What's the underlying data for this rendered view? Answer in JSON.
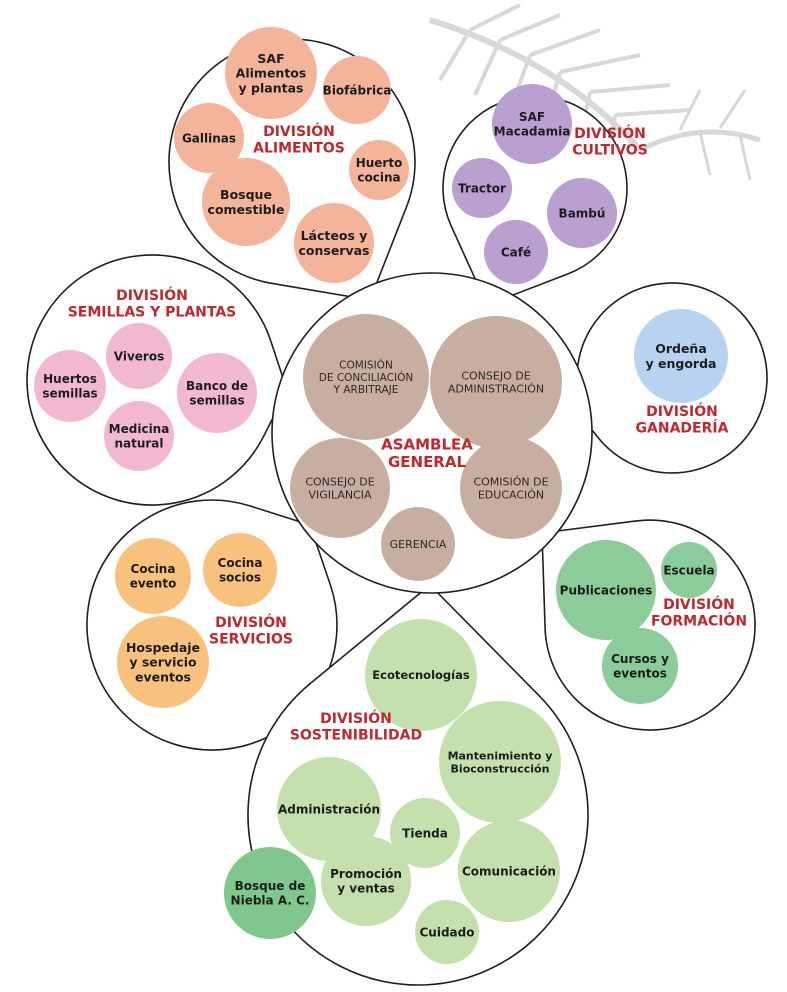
{
  "colors": {
    "title_red": "#c0282d",
    "alimentos": "#f4b49a",
    "cultivos": "#b9a0d0",
    "semillas": "#f2b8d2",
    "ganaderia": "#b7d3f1",
    "servicios": "#f9c17e",
    "formacion": "#8ccb9a",
    "sostenibilidad": "#c4e0ac",
    "bosque": "#7fc78c",
    "asamblea": "#c7aea0"
  },
  "center": {
    "title": [
      "ASAMBLEA",
      "GENERAL"
    ],
    "bodies": [
      {
        "id": "conciliacion",
        "lines": [
          "COMISIÓN",
          "DE CONCILIACIÓN",
          "Y ARBITRAJE"
        ]
      },
      {
        "id": "administracion",
        "lines": [
          "CONSEJO DE",
          "ADMINISTRACIÓN"
        ]
      },
      {
        "id": "vigilancia",
        "lines": [
          "CONSEJO DE",
          "VIGILANCIA"
        ]
      },
      {
        "id": "educacion",
        "lines": [
          "COMISIÓN DE",
          "EDUCACIÓN"
        ]
      },
      {
        "id": "gerencia",
        "lines": [
          "GERENCIA"
        ]
      }
    ]
  },
  "divisions": [
    {
      "id": "alimentos",
      "title": [
        "DIVISIÓN",
        "ALIMENTOS"
      ],
      "items": [
        {
          "id": "saf-alimentos",
          "lines": [
            "SAF",
            "Alimentos",
            "y plantas"
          ]
        },
        {
          "id": "biofabrica",
          "lines": [
            "Biofábrica"
          ]
        },
        {
          "id": "gallinas",
          "lines": [
            "Gallinas"
          ]
        },
        {
          "id": "huerto-cocina",
          "lines": [
            "Huerto",
            "cocina"
          ]
        },
        {
          "id": "bosque-comestible",
          "lines": [
            "Bosque",
            "comestible"
          ]
        },
        {
          "id": "lacteos",
          "lines": [
            "Lácteos y",
            "conservas"
          ]
        }
      ]
    },
    {
      "id": "cultivos",
      "title": [
        "DIVISIÓN",
        "CULTIVOS"
      ],
      "items": [
        {
          "id": "saf-macadamia",
          "lines": [
            "SAF",
            "Macadamia"
          ]
        },
        {
          "id": "tractor",
          "lines": [
            "Tractor"
          ]
        },
        {
          "id": "bambu",
          "lines": [
            "Bambú"
          ]
        },
        {
          "id": "cafe",
          "lines": [
            "Café"
          ]
        }
      ]
    },
    {
      "id": "semillas",
      "title": [
        "DIVISIÓN",
        "SEMILLAS Y PLANTAS"
      ],
      "items": [
        {
          "id": "viveros",
          "lines": [
            "Viveros"
          ]
        },
        {
          "id": "huertos-semillas",
          "lines": [
            "Huertos",
            "semillas"
          ]
        },
        {
          "id": "banco-semillas",
          "lines": [
            "Banco de",
            "semillas"
          ]
        },
        {
          "id": "medicina-natural",
          "lines": [
            "Medicina",
            "natural"
          ]
        }
      ]
    },
    {
      "id": "ganaderia",
      "title": [
        "DIVISIÓN",
        "GANADERÍA"
      ],
      "items": [
        {
          "id": "ordena",
          "lines": [
            "Ordeña",
            "y engorda"
          ]
        }
      ]
    },
    {
      "id": "servicios",
      "title": [
        "DIVISIÓN",
        "SERVICIOS"
      ],
      "items": [
        {
          "id": "cocina-evento",
          "lines": [
            "Cocina",
            "evento"
          ]
        },
        {
          "id": "cocina-socios",
          "lines": [
            "Cocina",
            "socios"
          ]
        },
        {
          "id": "hospedaje",
          "lines": [
            "Hospedaje",
            "y servicio",
            "eventos"
          ]
        }
      ]
    },
    {
      "id": "formacion",
      "title": [
        "DIVISIÓN",
        "FORMACIÓN"
      ],
      "items": [
        {
          "id": "publicaciones",
          "lines": [
            "Publicaciones"
          ]
        },
        {
          "id": "escuela",
          "lines": [
            "Escuela"
          ]
        },
        {
          "id": "cursos",
          "lines": [
            "Cursos y",
            "eventos"
          ]
        }
      ]
    },
    {
      "id": "sostenibilidad",
      "title": [
        "DIVISIÓN",
        "SOSTENIBILIDAD"
      ],
      "items": [
        {
          "id": "ecotecnologias",
          "lines": [
            "Ecotecnologías"
          ]
        },
        {
          "id": "mantenimiento",
          "lines": [
            "Mantenimiento y",
            "Bioconstrucción"
          ]
        },
        {
          "id": "administracion-sost",
          "lines": [
            "Administración"
          ]
        },
        {
          "id": "tienda",
          "lines": [
            "Tienda"
          ]
        },
        {
          "id": "comunicacion",
          "lines": [
            "Comunicación"
          ]
        },
        {
          "id": "promocion",
          "lines": [
            "Promoción",
            "y ventas"
          ]
        },
        {
          "id": "cuidado",
          "lines": [
            "Cuidado"
          ]
        }
      ]
    }
  ],
  "external": {
    "id": "bosque-niebla",
    "lines": [
      "Bosque de",
      "Niebla A. C."
    ]
  }
}
